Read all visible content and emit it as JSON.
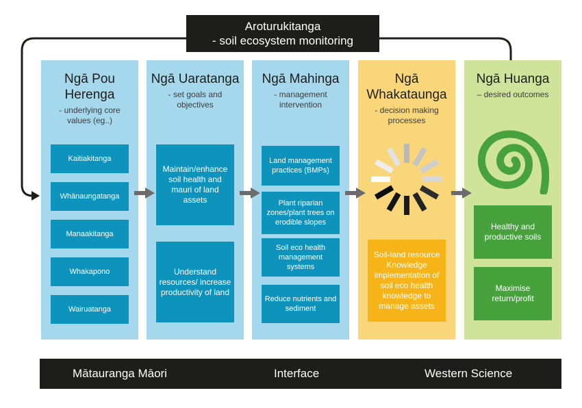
{
  "monitoring": {
    "line1": "Aroturukitanga",
    "line2": "- soil ecosystem monitoring"
  },
  "columns": [
    {
      "title": "Ngā Pou Herenga",
      "subtitle": "- underlying core values (eg..)",
      "items": [
        "Kaitiakitanga",
        "Whānaungatanga",
        "Manaakitanga",
        "Whakapono",
        "Wairuatanga"
      ],
      "color": "#a5d8ec"
    },
    {
      "title": "Ngā Uaratanga",
      "subtitle": "- set goals and objectives",
      "items": [
        "Maintain/enhance soil health and mauri of land assets",
        "Understand resources/ increase productivity of land"
      ],
      "color": "#a5d8ec"
    },
    {
      "title": "Ngā Mahinga",
      "subtitle": "- management intervention",
      "items": [
        "Land management practices (BMPs)",
        "Plant riparian zones/plant trees on erodible slopes",
        "Soil eco health management systems",
        "Reduce nutrients and sediment"
      ],
      "color": "#a5d8ec"
    },
    {
      "title": "Ngā Whakataunga",
      "subtitle": "- decision making processes",
      "items": [
        "Soil-land resource Knowledge implementation of soil eco health knowledge to manage assets"
      ],
      "color": "#f9d67a"
    },
    {
      "title": "Ngā Huanga",
      "subtitle": "– desired outcomes",
      "items": [
        "Healthy and productive soils",
        "Maximise return/profit"
      ],
      "color": "#cfe39b"
    }
  ],
  "bottom": {
    "left": "Mātauranga Māori",
    "center": "Interface",
    "right": "Western Science"
  },
  "icons": {
    "decision": "loading-spinner-icon",
    "outcome": "koru-spiral-icon"
  }
}
